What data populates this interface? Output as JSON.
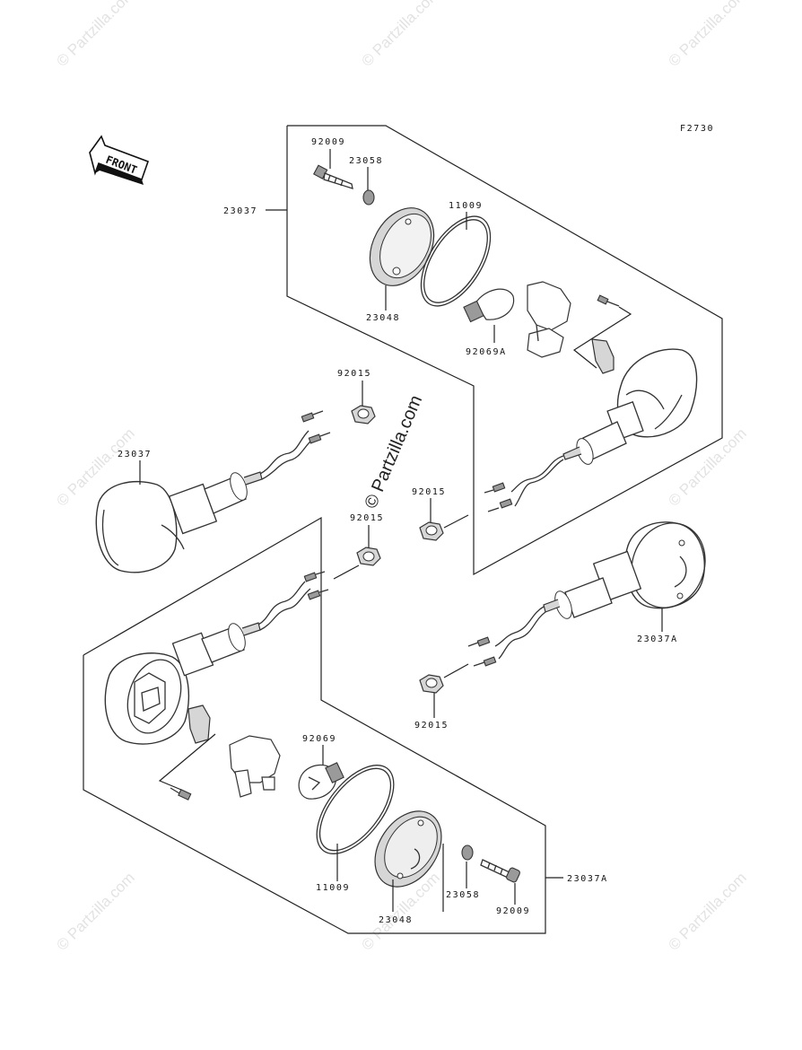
{
  "figure_code": "F2730",
  "front_label": "FRONT",
  "center_watermark": "© Partzilla.com",
  "background_watermark": "© Partzilla.com",
  "part_labels": {
    "screw_top": "92009",
    "washer_top": "23058",
    "assy_top": "23037",
    "gasket_top": "11009",
    "lens_top": "23048",
    "bulb_top": "92069A",
    "nut_upper_left": "92015",
    "assy_left": "23037",
    "nut_middle_right": "92015",
    "nut_middle_left": "92015",
    "assy_right": "23037A",
    "nut_lower_right": "92015",
    "bulb_bottom": "92069",
    "gasket_bottom": "11009",
    "lens_bottom": "23048",
    "washer_bottom": "23058",
    "screw_bottom": "92009",
    "assy_bottom": "23037A"
  }
}
